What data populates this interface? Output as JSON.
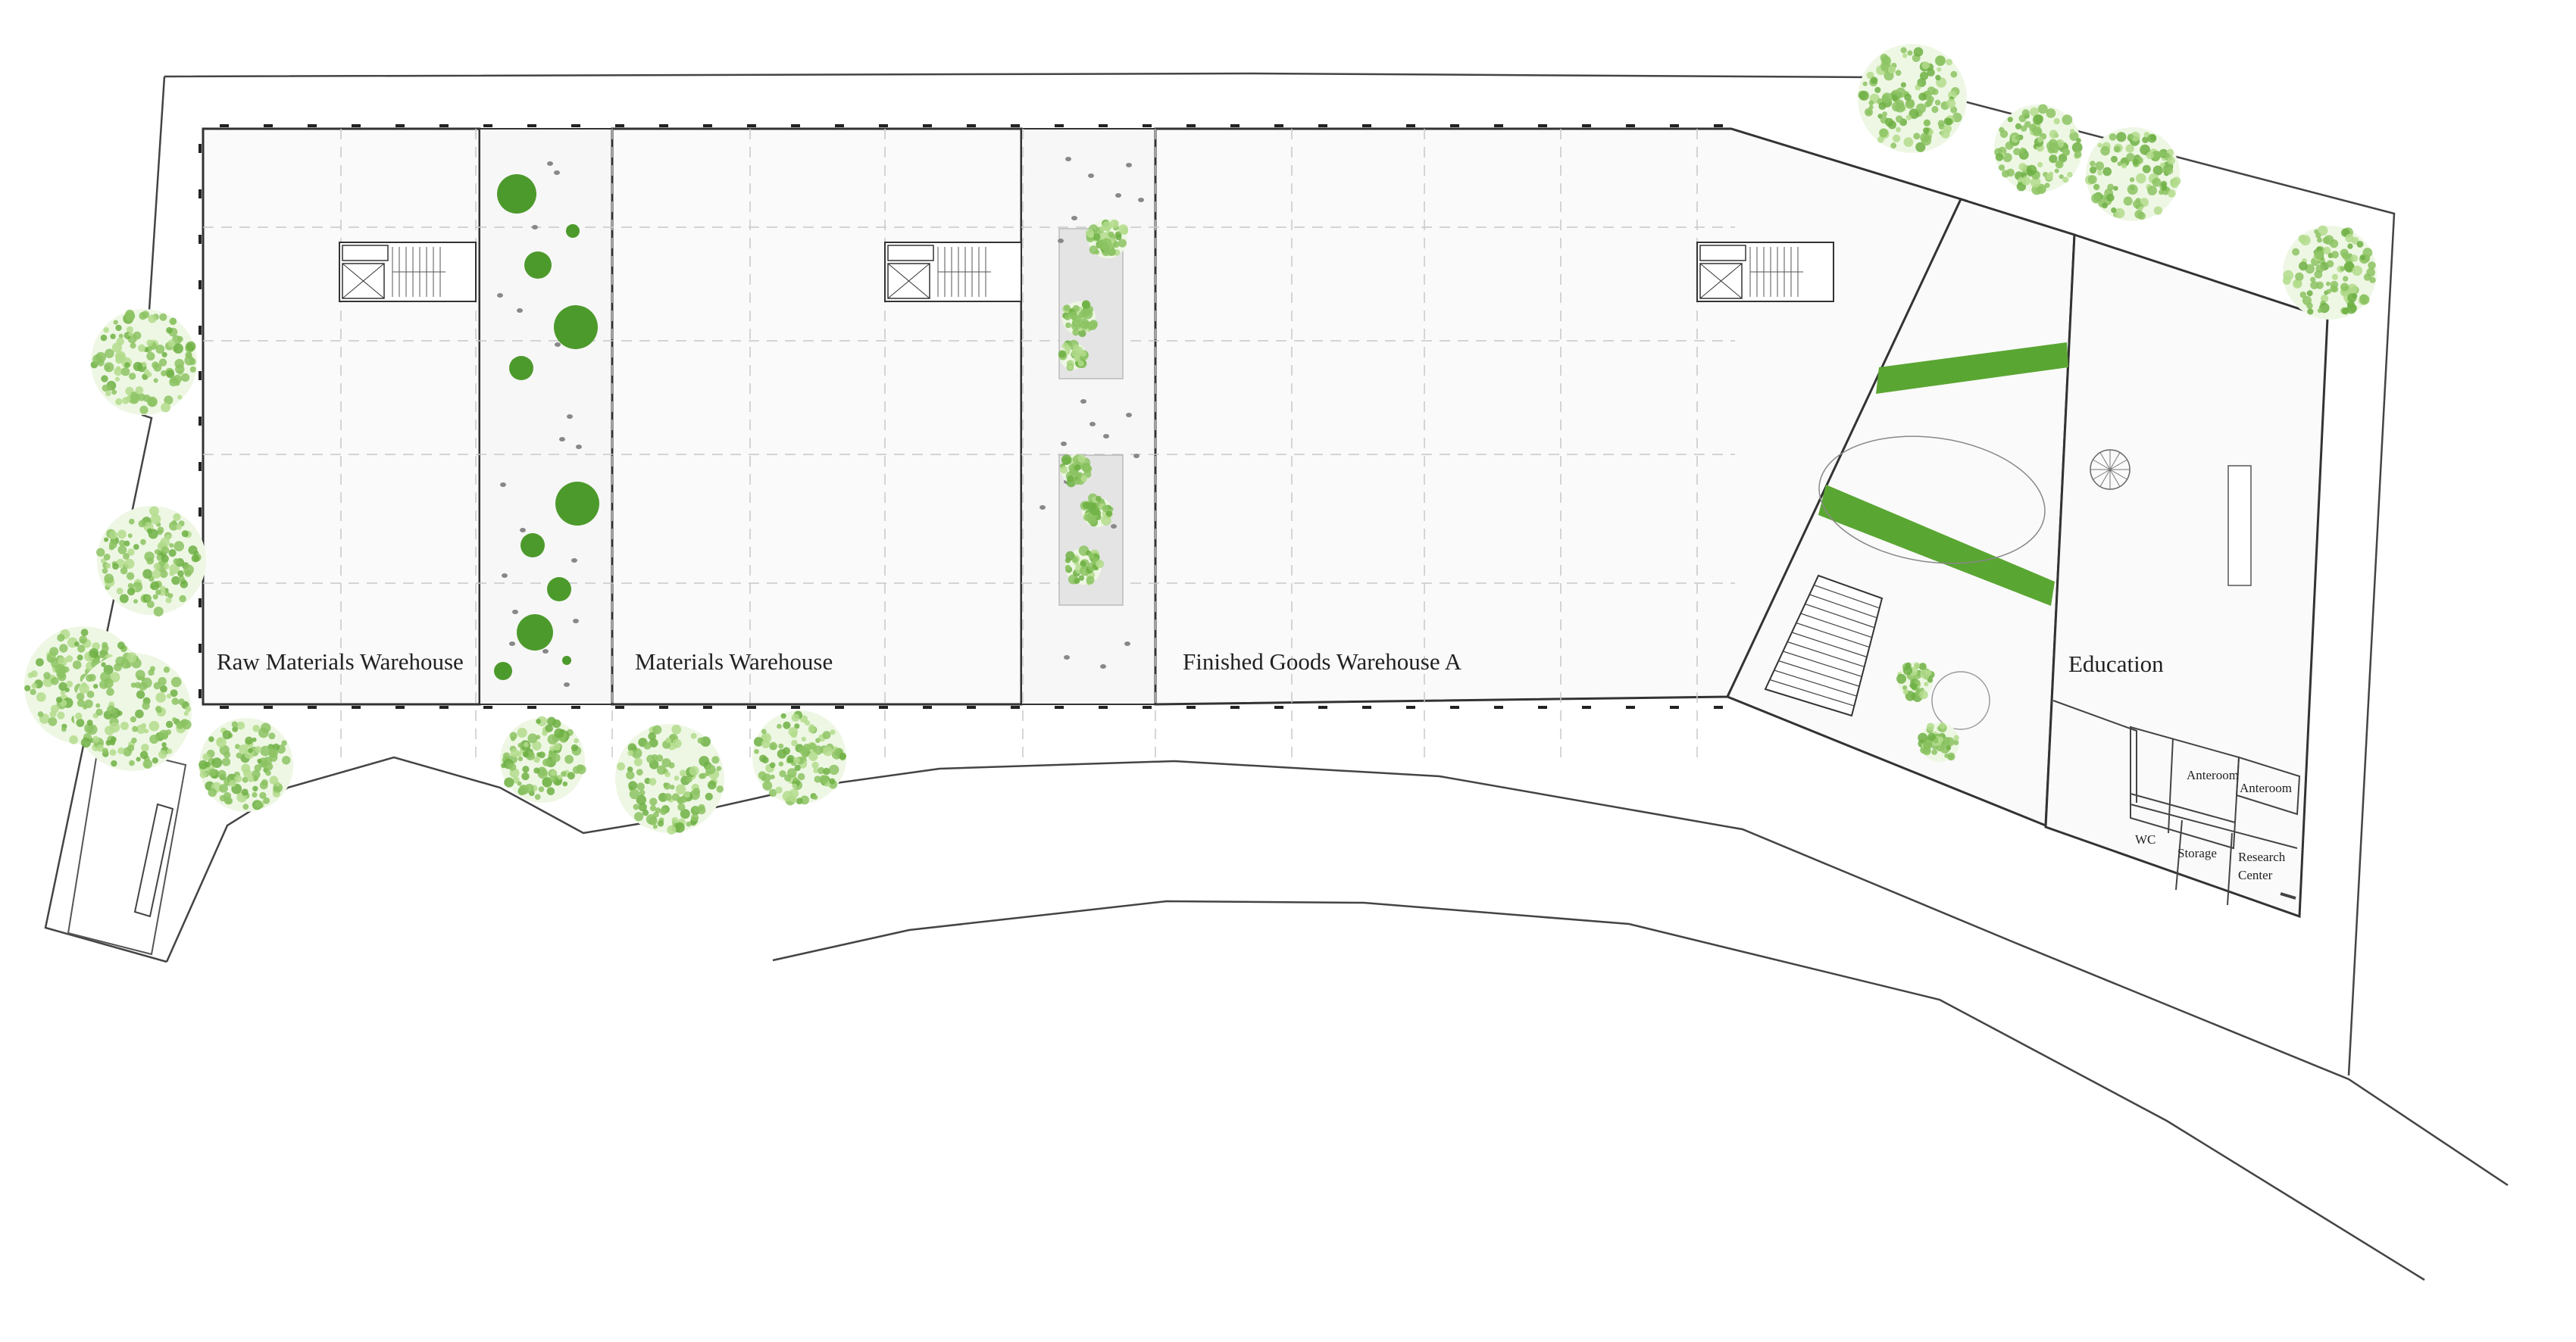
{
  "plan": {
    "rooms": [
      {
        "id": "raw-materials-warehouse",
        "label": "Raw Materials Warehouse"
      },
      {
        "id": "materials-warehouse",
        "label": "Materials Warehouse"
      },
      {
        "id": "finished-goods-warehouse-a",
        "label": "Finished Goods Warehouse A"
      },
      {
        "id": "education",
        "label": "Education"
      },
      {
        "id": "anteroom-1",
        "label": "Anteroom"
      },
      {
        "id": "anteroom-2",
        "label": "Anteroom"
      },
      {
        "id": "wc",
        "label": "WC"
      },
      {
        "id": "storage",
        "label": "Storage"
      },
      {
        "id": "research-center",
        "label": "Research Center",
        "lines": [
          "Research",
          "Center"
        ]
      }
    ],
    "colors": {
      "line": "#333333",
      "grid": "#c4c4c4",
      "floor": "#fafafa",
      "courtyard": "#efefef",
      "green": "#5a9e33",
      "green_light": "#9fcf73",
      "green_dark": "#3f8a23"
    }
  }
}
